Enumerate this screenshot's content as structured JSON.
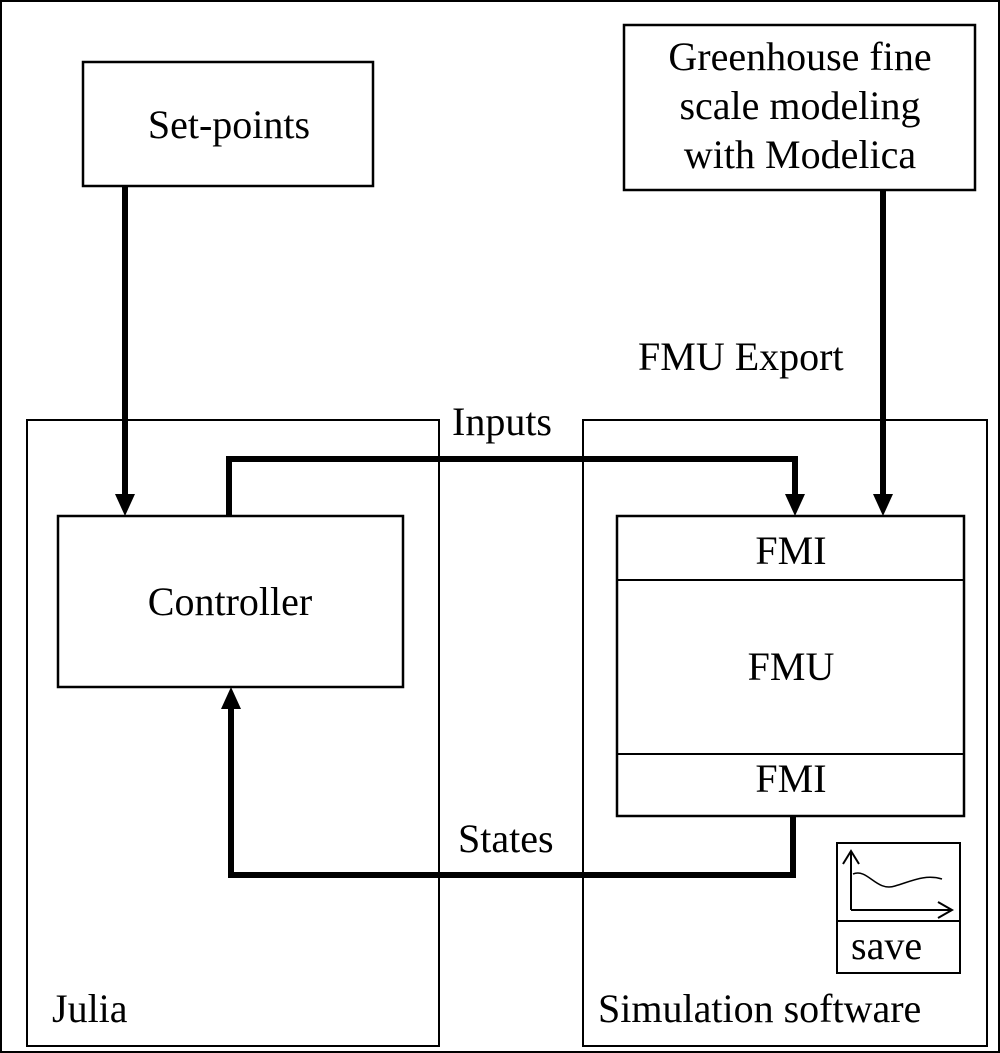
{
  "nodes": {
    "setpoints": {
      "label": "Set-points"
    },
    "greenhouse": {
      "lines": [
        "Greenhouse fine",
        "scale modeling",
        "with Modelica"
      ]
    },
    "controller": {
      "label": "Controller"
    },
    "fmi_top": {
      "label": "FMI"
    },
    "fmu": {
      "label": "FMU"
    },
    "fmi_bottom": {
      "label": "FMI"
    },
    "save_widget": {
      "label": "save"
    }
  },
  "groups": {
    "julia": {
      "label": "Julia"
    },
    "simulation": {
      "label": "Simulation software"
    }
  },
  "edges": {
    "fmu_export": {
      "label": "FMU Export"
    },
    "inputs": {
      "label": "Inputs"
    },
    "states": {
      "label": "States"
    }
  }
}
